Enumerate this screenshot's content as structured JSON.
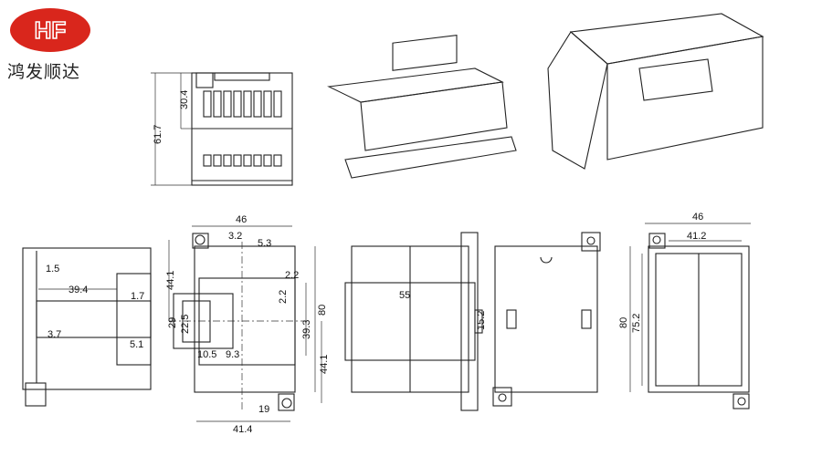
{
  "brand": {
    "logo_text": "HF",
    "name": "鸿发顺达",
    "logo_color": "#d9261c"
  },
  "views": {
    "side_top": {
      "height": "61.7",
      "upper": "30.4"
    },
    "side_section": {
      "d1": "1.5",
      "d2": "39.4",
      "d3": "1.7",
      "d4": "3.7",
      "d5": "5.1"
    },
    "front": {
      "width": "46",
      "d_3_2": "3.2",
      "d_5_3": "5.3",
      "d_2_2a": "2.2",
      "d_2_2b": "2.2",
      "top_44_1": "44.1",
      "d_29": "29",
      "d_22_5": "22.5",
      "d_39_3": "39.3",
      "height": "80",
      "bot_44_1": "44.1",
      "d_10_5": "10.5",
      "d_9_3": "9.3",
      "d_19": "19",
      "bottom_width": "41.4"
    },
    "rail_view": {
      "width": "55",
      "d_15_2": "15.2"
    },
    "back": {
      "width": "46",
      "inner": "41.2",
      "height": "80",
      "inner_height": "75.2"
    }
  }
}
